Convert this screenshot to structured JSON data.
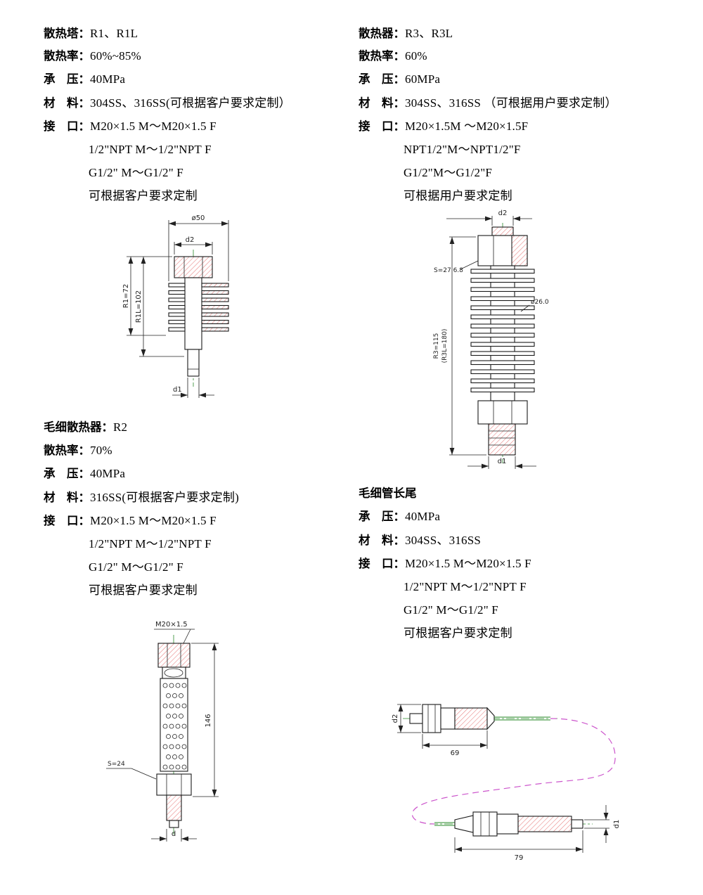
{
  "colors": {
    "line": "#1a1a1a",
    "hatch": "#e87f7f",
    "centerline": "#2a8a2a",
    "phantom": "#cc55cc"
  },
  "r1": {
    "rows": [
      {
        "label": "散热塔：",
        "value": "R1、R1L"
      },
      {
        "label": "散热率：",
        "value": "60%~85%"
      },
      {
        "label": "承　压：",
        "value": "40MPa"
      },
      {
        "label": "材　料：",
        "value": "304SS、316SS(可根据客户要求定制）"
      },
      {
        "label": "接　口：",
        "value": "M20×1.5 M～M20×1.5 F"
      }
    ],
    "cont": [
      "1/2\"NPT M～1/2\"NPT F",
      "G1/2\" M～G1/2\" F",
      "可根据客户要求定制"
    ],
    "drawing": {
      "dia_top": "ø50",
      "d2": "d2",
      "len1": "R1=72",
      "len2": "R1L=102",
      "d1": "d1"
    }
  },
  "r3": {
    "rows": [
      {
        "label": "散热器：",
        "value": "R3、R3L"
      },
      {
        "label": "散热率：",
        "value": "60%"
      },
      {
        "label": "承　压：",
        "value": "60MPa"
      },
      {
        "label": "材　料：",
        "value": "304SS、316SS （可根据用户要求定制）"
      },
      {
        "label": "接　口：",
        "value": "M20×1.5M ～M20×1.5F"
      }
    ],
    "cont": [
      "NPT1/2\"M～NPT1/2\"F",
      "G1/2\"M～G1/2\"F",
      "可根据用户要求定制"
    ],
    "drawing": {
      "d2": "d2",
      "s": "S=27 6.8",
      "dia": "ø26.0",
      "len1": "R3=115",
      "len2": "(R3L=180)",
      "d1": "d1"
    }
  },
  "r2": {
    "rows": [
      {
        "label": "毛细散热器：",
        "value": "R2"
      },
      {
        "label": "散热率：",
        "value": "70%"
      },
      {
        "label": "承　压：",
        "value": "40MPa"
      },
      {
        "label": "材　料：",
        "value": "316SS(可根据客户要求定制)"
      },
      {
        "label": "接　口：",
        "value": "M20×1.5 M～M20×1.5 F"
      }
    ],
    "cont": [
      "1/2\"NPT M～1/2\"NPT F",
      "G1/2\" M～G1/2\" F",
      "可根据客户要求定制"
    ],
    "drawing": {
      "thread": "M20×1.5",
      "len": "146",
      "s": "S=24",
      "d": "d"
    }
  },
  "tail": {
    "title": "毛细管长尾",
    "rows": [
      {
        "label": "承　压：",
        "value": "40MPa"
      },
      {
        "label": "材　料：",
        "value": "304SS、316SS"
      },
      {
        "label": "接　口：",
        "value": "M20×1.5 M～M20×1.5 F"
      }
    ],
    "cont": [
      "1/2\"NPT M～1/2\"NPT F",
      "G1/2\" M～G1/2\" F",
      "可根据客户要求定制"
    ],
    "drawing": {
      "d2": "d2",
      "len1": "69",
      "len2": "79",
      "d1": "d1"
    }
  }
}
